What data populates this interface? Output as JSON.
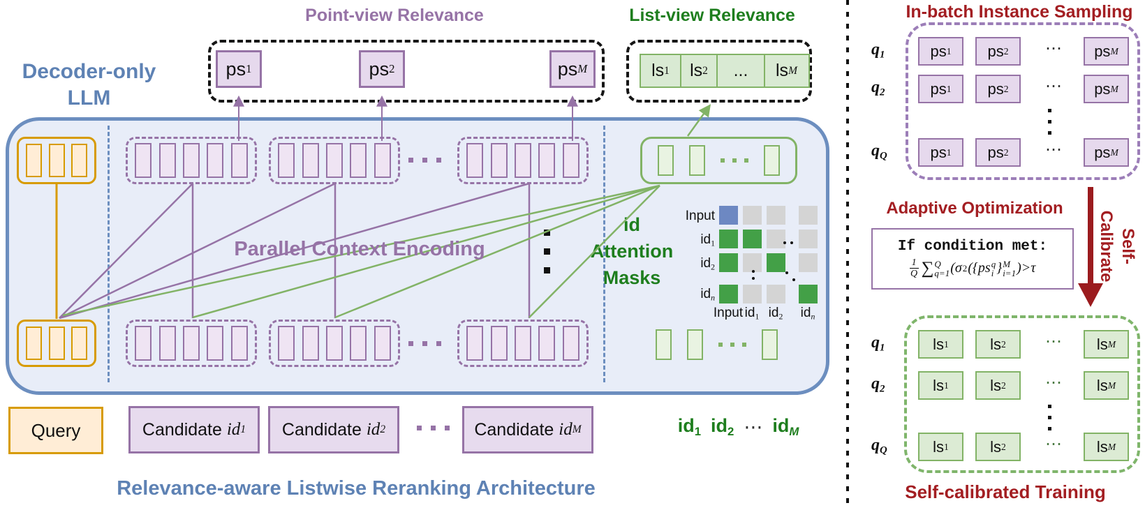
{
  "left": {
    "decoder": {
      "line1": "Decoder-only",
      "line2": "LLM"
    },
    "point_view_title": "Point-view Relevance",
    "list_view_title": "List-view Relevance",
    "ps_boxes": [
      {
        "base": "ps",
        "sub": "1"
      },
      {
        "base": "ps",
        "sub": "2"
      },
      {
        "base": "ps",
        "sub": "M"
      }
    ],
    "ls_cells": [
      {
        "base": "ls",
        "sub": "1"
      },
      {
        "base": "ls",
        "sub": "2"
      },
      {
        "base": "...",
        "sub": ""
      },
      {
        "base": "ls",
        "sub": "M"
      }
    ],
    "parallel_label": "Parallel Context Encoding",
    "mask": {
      "title_lines": [
        "id",
        "Attention",
        "Masks"
      ],
      "labels": [
        {
          "base": "Input",
          "sub": ""
        },
        {
          "base": "id",
          "sub": "1"
        },
        {
          "base": "id",
          "sub": "2"
        },
        {
          "base": "id",
          "sub": "n"
        }
      ],
      "grid": [
        [
          "input",
          "masked",
          "masked",
          "masked"
        ],
        [
          "attend",
          "attend",
          "masked",
          "masked"
        ],
        [
          "attend",
          "masked",
          "attend",
          "masked"
        ],
        [
          "attend",
          "masked",
          "masked",
          "attend"
        ]
      ]
    },
    "query_label": "Query",
    "candidate_prefix": "Candidate",
    "candidates": [
      {
        "base": "id",
        "sub": "1"
      },
      {
        "base": "id",
        "sub": "2"
      },
      {
        "base": "id",
        "sub": "M"
      }
    ],
    "id_sequence": [
      {
        "base": "id",
        "sub": "1"
      },
      {
        "base": "id",
        "sub": "2"
      },
      {
        "base": "⋯",
        "sub": ""
      },
      {
        "base": "id",
        "sub": "M"
      }
    ],
    "bottom_title": "Relevance-aware Listwise Reranking Architecture"
  },
  "right": {
    "sampling_title": "In-batch Instance Sampling",
    "row_labels": [
      {
        "base": "q",
        "sub": "1"
      },
      {
        "base": "q",
        "sub": "2"
      },
      {
        "base": "q",
        "sub": "Q"
      }
    ],
    "ps_cells": [
      {
        "base": "ps",
        "sub": "1"
      },
      {
        "base": "ps",
        "sub": "2"
      },
      {
        "base": "ps",
        "sub": "M"
      }
    ],
    "ls_cells": [
      {
        "base": "ls",
        "sub": "1"
      },
      {
        "base": "ls",
        "sub": "2"
      },
      {
        "base": "ls",
        "sub": "M"
      }
    ],
    "dots": "⋯",
    "adaptive_title": "Adaptive Optimization",
    "condition_line": "If condition met:",
    "formula": {
      "num": "1",
      "den": "Q",
      "sum": "∑",
      "sum_sup": "Q",
      "sum_sub": "q=1",
      "t1": "(σ",
      "t1_sup": "2",
      "t2": "({ps",
      "ps_sup": "q",
      "ps_sub": "i",
      "t3": "}",
      "set_sup": "M",
      "set_sub": "i=1",
      "t4": ")>τ"
    },
    "self_calibrate": {
      "line1": "Self-",
      "line2": "Calibrate"
    },
    "training_title": "Self-calibrated Training"
  },
  "colors": {
    "purple": "#9673A6",
    "purple_fill": "#E6D9ED",
    "green_border": "#82B366",
    "green_fill": "#D9EAD3",
    "green_text": "#1E7E1E",
    "blue": "#6C8EBF",
    "llm_fill": "#E8EDF8",
    "orange": "#D79B00",
    "orange_fill": "#FFEDD6",
    "dark_red": "#A31E22",
    "mask_green": "#43A047",
    "mask_blue": "#6D88C2",
    "mask_gray": "#D4D4D4"
  }
}
